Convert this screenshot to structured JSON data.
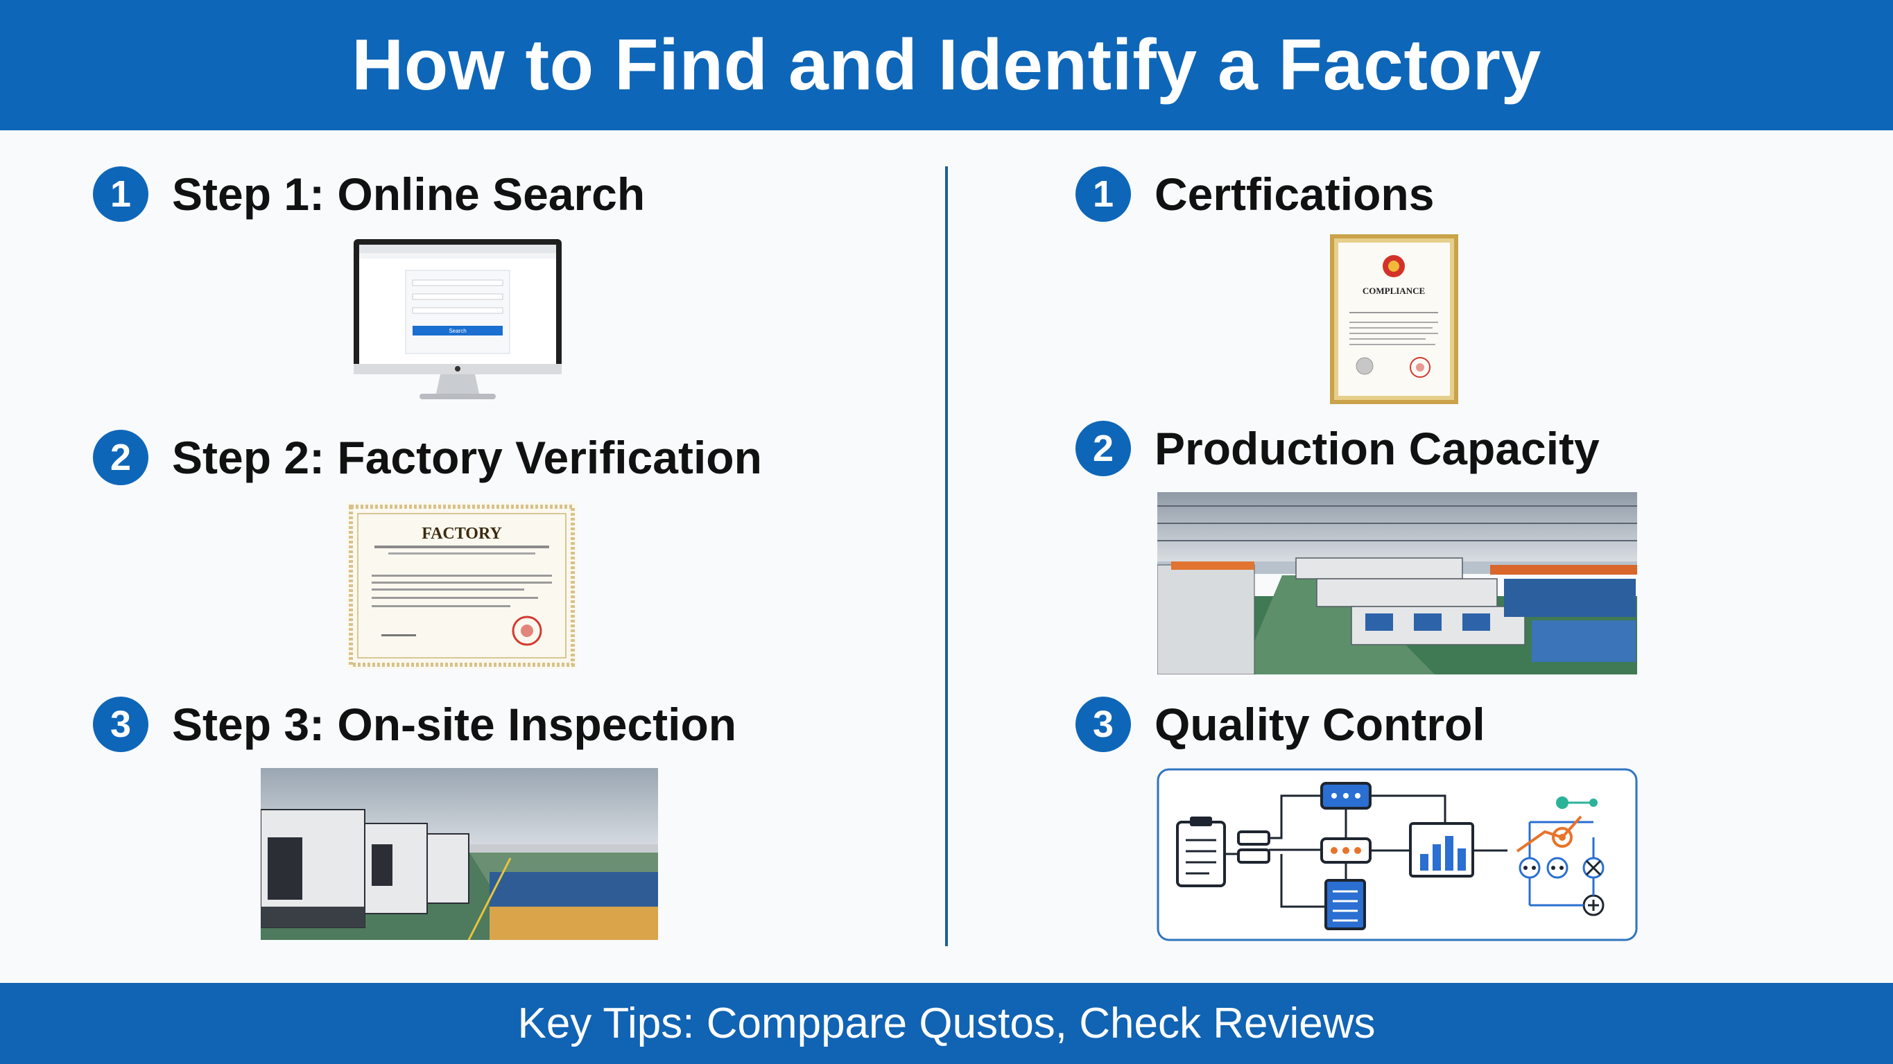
{
  "title": "How to Find and Identify a Factory",
  "left_column": [
    {
      "number": "1",
      "title": "Step 1: Online Search"
    },
    {
      "number": "2",
      "title": "Step 2: Factory Verification"
    },
    {
      "number": "3",
      "title": "Step 3: On-site Inspection"
    }
  ],
  "right_column": [
    {
      "number": "1",
      "title": "Certfications"
    },
    {
      "number": "2",
      "title": "Production Capacity"
    },
    {
      "number": "3",
      "title": "Quality Control"
    }
  ],
  "images": {
    "computer_button": "Search",
    "factory_certificate_title": "FACTORY",
    "certificate_title": "COMPLIANCE"
  },
  "footer": "Key Tips: Comppare Qustos, Check Reviews",
  "colors": {
    "brand_blue": "#0e66b8",
    "divider": "#1b5d9c",
    "accent_orange": "#e8732a"
  }
}
